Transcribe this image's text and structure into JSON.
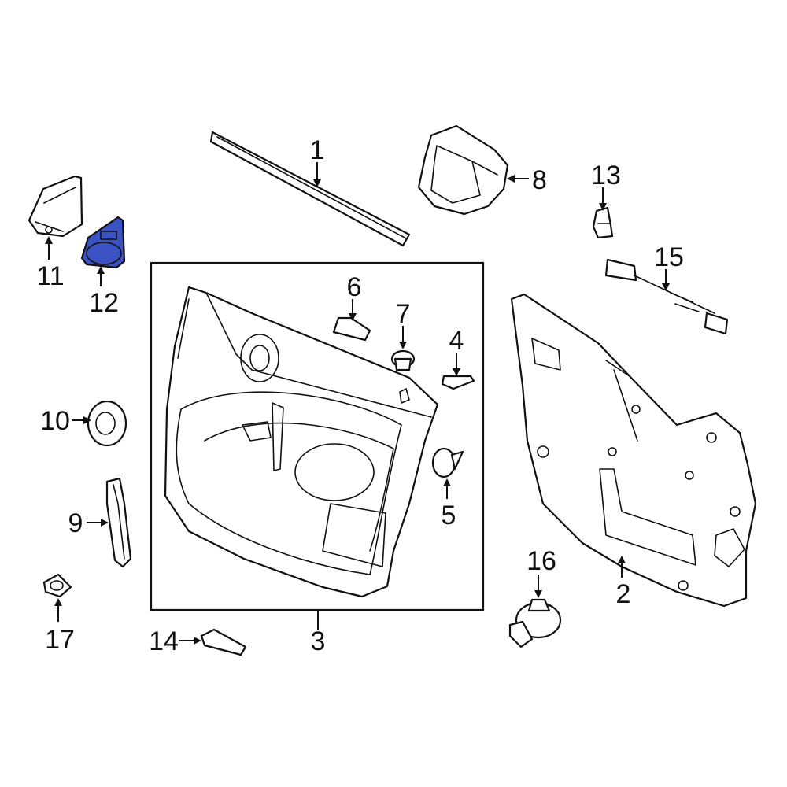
{
  "highlight_color": "#3a52c4",
  "callouts": {
    "c1": "1",
    "c2": "2",
    "c3": "3",
    "c4": "4",
    "c5": "5",
    "c6": "6",
    "c7": "7",
    "c8": "8",
    "c9": "9",
    "c10": "10",
    "c11": "11",
    "c12": "12",
    "c13": "13",
    "c14": "14",
    "c15": "15",
    "c16": "16",
    "c17": "17"
  },
  "highlighted_part": "12"
}
